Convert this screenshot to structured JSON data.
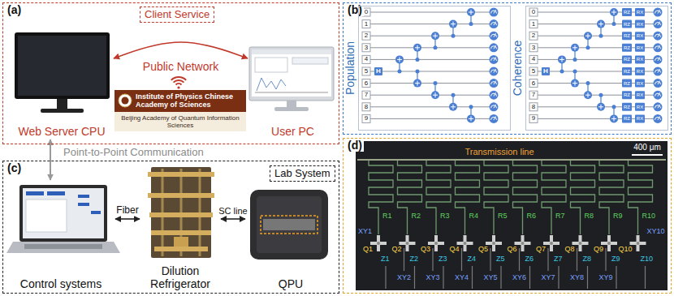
{
  "diagram": {
    "nodes": [
      {
        "text": [
          "(a)"
        ]
      },
      {
        "text": [
          "Client Service"
        ],
        "in": 0
      },
      {
        "text": [
          "Web Server CPU"
        ],
        "in": 0
      },
      {
        "text": [
          "User PC"
        ],
        "in": 0
      },
      {
        "text": [
          "Institute of Physics Chinese Academy of Sciences"
        ],
        "in": 0
      },
      {
        "text": [
          "Beijing Academy of Quantum Information Sciences"
        ],
        "in": 0
      },
      {
        "text": [
          "(b)"
        ]
      },
      {
        "text": [
          "Population"
        ],
        "in": 6
      },
      {
        "text": [
          "Coherence"
        ],
        "in": 6
      },
      {
        "text": [
          "(c)"
        ]
      },
      {
        "text": [
          "Lab System"
        ],
        "in": 9
      },
      {
        "text": [
          "Control systems"
        ],
        "in": 9
      },
      {
        "text": [
          "Dilution Refrigerator"
        ],
        "in": 9
      },
      {
        "text": [
          "QPU"
        ],
        "in": 9
      },
      {
        "text": [
          "(d)"
        ]
      }
    ],
    "edges": [
      {
        "from": 2,
        "to": 3,
        "arrow": "both",
        "label": "Public Network"
      },
      {
        "from": 2,
        "to": 11,
        "arrow": "both",
        "label": "Point-to-Point Communication"
      },
      {
        "from": 11,
        "to": 12,
        "arrow": "both",
        "label": "Fiber"
      },
      {
        "from": 12,
        "to": 13,
        "arrow": "both",
        "label": "SC line"
      }
    ],
    "labels": [
      "0",
      "1",
      "2",
      "3",
      "4",
      "5",
      "6",
      "7",
      "8",
      "9",
      "H",
      "0",
      "1",
      "2",
      "3",
      "4",
      "5",
      "6",
      "7",
      "8",
      "9",
      "H",
      "RZ",
      "RX",
      "RZ",
      "RX",
      "RZ",
      "RX",
      "RZ",
      "RX",
      "RZ",
      "RX",
      "RZ",
      "RX",
      "RZ",
      "RX",
      "RZ",
      "RX",
      "RZ",
      "RX",
      "RZ",
      "RX",
      "Transmission line",
      "400 μm",
      "R1",
      "R2",
      "R3",
      "R4",
      "R5",
      "R6",
      "R7",
      "R8",
      "R9",
      "R10",
      "XY1",
      "Q1",
      "Q2",
      "Q3",
      "Q4",
      "Q5",
      "Q6",
      "Q7",
      "Q8",
      "Q9",
      "Q10",
      "XY10",
      "Z1",
      "Z2",
      "Z3",
      "Z4",
      "Z5",
      "Z6",
      "Z7",
      "Z8",
      "Z9",
      "Z10",
      "XY2",
      "XY3",
      "XY4",
      "XY5",
      "XY6",
      "XY7",
      "XY8",
      "XY9"
    ]
  }
}
